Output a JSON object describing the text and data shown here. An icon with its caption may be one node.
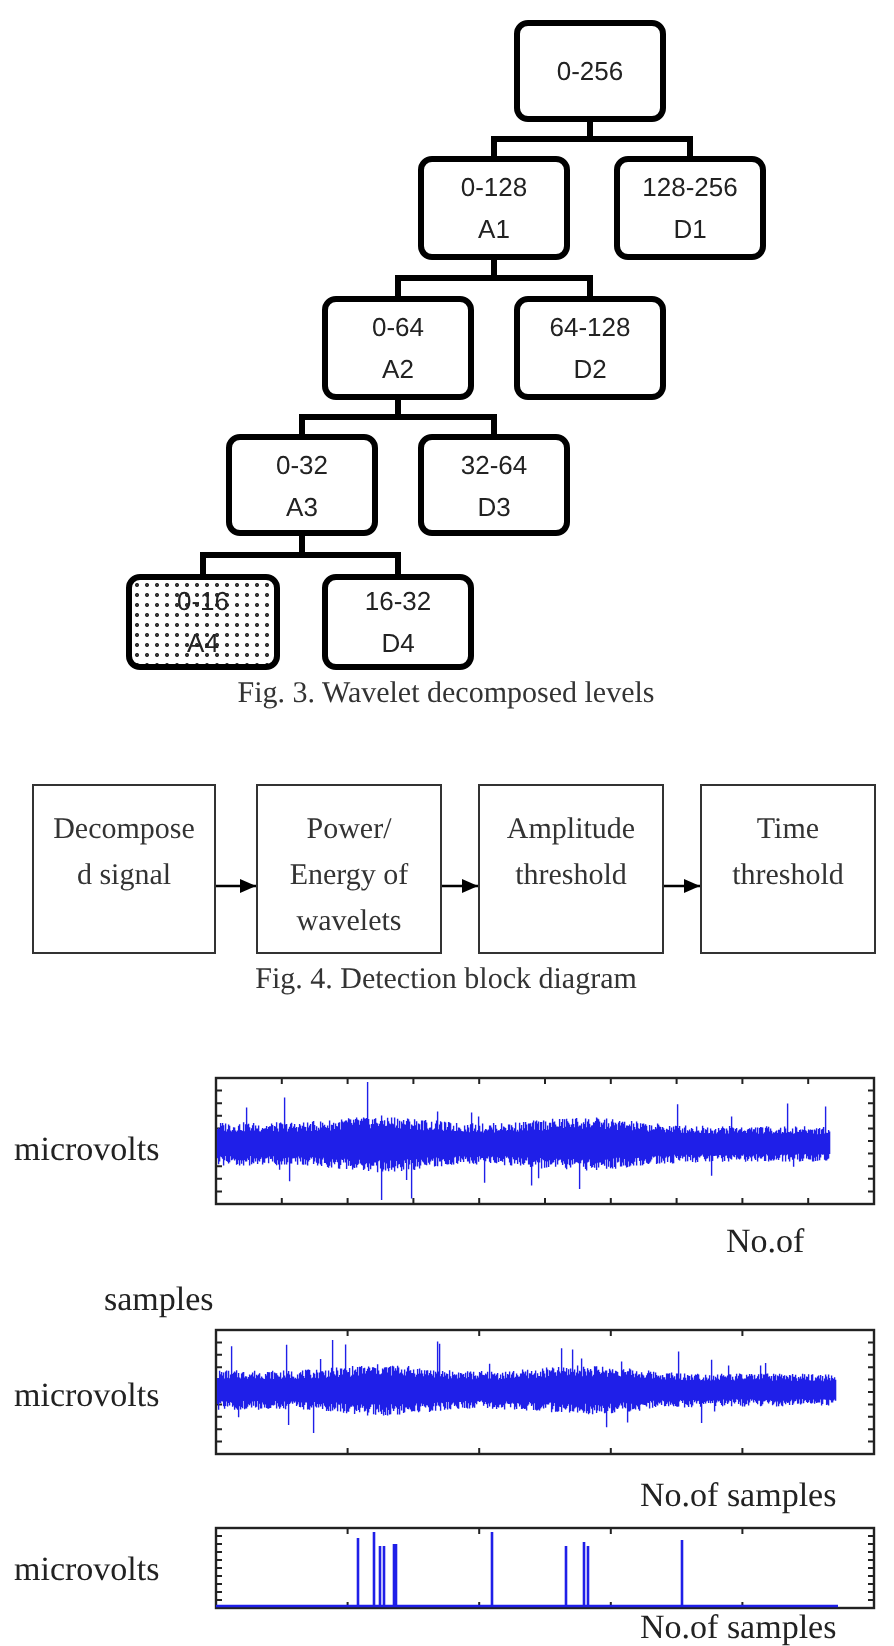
{
  "diagram": {
    "nodes": [
      {
        "text": [
          "0-256"
        ]
      },
      {
        "text": [
          "0-128",
          "A1"
        ]
      },
      {
        "text": [
          "128-256",
          "D1"
        ]
      },
      {
        "text": [
          "0-64",
          "A2"
        ]
      },
      {
        "text": [
          "64-128",
          "D2"
        ]
      },
      {
        "text": [
          "0-32",
          "A3"
        ]
      },
      {
        "text": [
          "32-64",
          "D3"
        ]
      },
      {
        "text": [
          "0-16",
          "A4"
        ]
      },
      {
        "text": [
          "16-32",
          "D4"
        ]
      },
      {
        "text": [
          "Decompose d signal"
        ]
      },
      {
        "text": [
          "Power/ Energy of wavelets"
        ]
      },
      {
        "text": [
          "Amplitude threshold"
        ]
      },
      {
        "text": [
          "Time threshold"
        ]
      }
    ],
    "edges": [
      {
        "from": 0,
        "to": 1,
        "arrow": "none"
      },
      {
        "from": 0,
        "to": 2,
        "arrow": "none"
      },
      {
        "from": 1,
        "to": 3,
        "arrow": "none"
      },
      {
        "from": 1,
        "to": 4,
        "arrow": "none"
      },
      {
        "from": 3,
        "to": 5,
        "arrow": "none"
      },
      {
        "from": 3,
        "to": 6,
        "arrow": "none"
      },
      {
        "from": 5,
        "to": 7,
        "arrow": "none"
      },
      {
        "from": 5,
        "to": 8,
        "arrow": "none"
      },
      {
        "from": 9,
        "to": 10,
        "arrow": "to"
      },
      {
        "from": 10,
        "to": 11,
        "arrow": "to"
      },
      {
        "from": 11,
        "to": 12,
        "arrow": "to"
      }
    ],
    "labels": [
      "Fig. 3. Wavelet decomposed levels",
      "Fig. 4. Detection block diagram",
      "microvolts",
      "No.of samples",
      "microvolts",
      "No.of samples",
      "microvolts",
      "No.of samples"
    ]
  }
}
